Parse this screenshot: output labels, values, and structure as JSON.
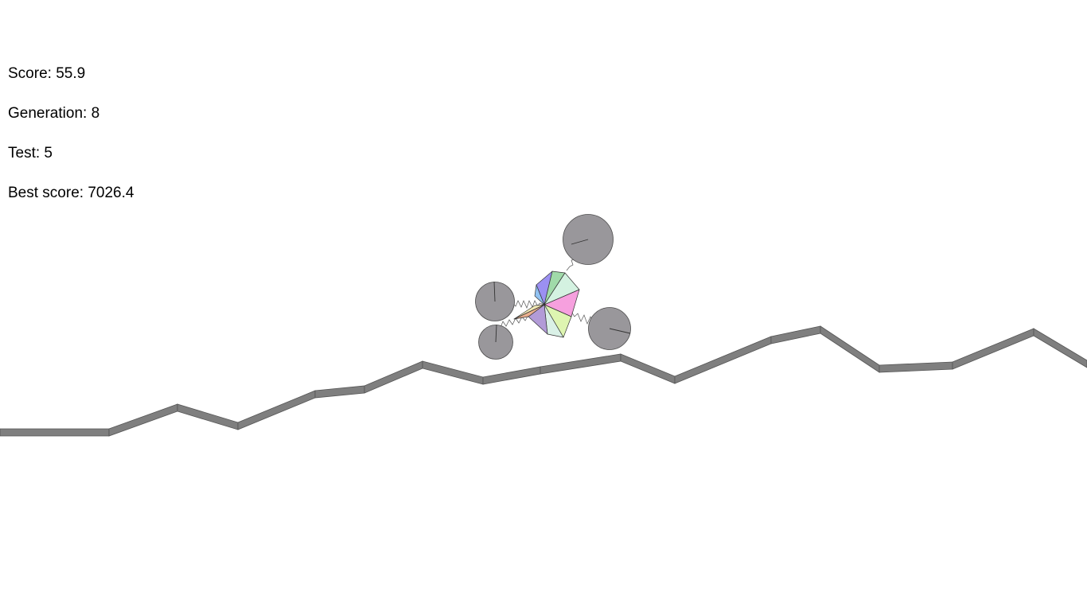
{
  "hud": {
    "score_label": "Score:",
    "score_value": "55.9",
    "generation_label": "Generation:",
    "generation_value": "8",
    "test_label": "Test:",
    "test_value": "5",
    "best_label": "Best score:",
    "best_value": "7026.4"
  },
  "colors": {
    "background": "#ffffff",
    "ground": "#808080",
    "wheel": "#99979b",
    "body_triangles": [
      "#8a7df0",
      "#7fb7f0",
      "#8fd39a",
      "#cdf0dc",
      "#f58fd8",
      "#d8f3a3",
      "#d3efe3",
      "#a48ad0",
      "#e8a27a",
      "#f0e6a8"
    ]
  },
  "vehicle": {
    "wheel_count": 4,
    "body_triangle_count": 10
  }
}
